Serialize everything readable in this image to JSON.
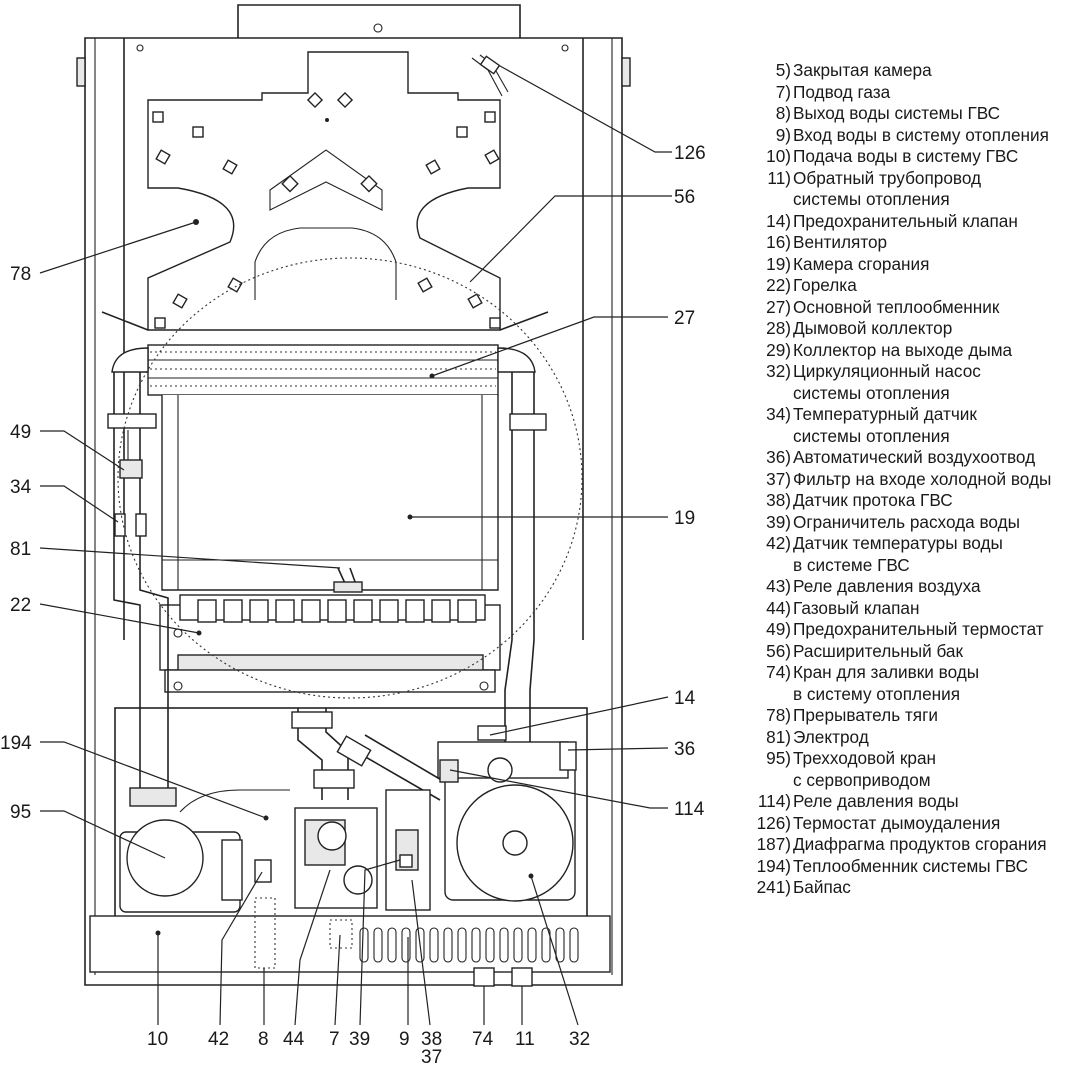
{
  "callouts": [
    {
      "n": "126",
      "label": "126"
    },
    {
      "n": "56",
      "label": "56"
    },
    {
      "n": "27",
      "label": "27"
    },
    {
      "n": "19",
      "label": "19"
    },
    {
      "n": "14",
      "label": "14"
    },
    {
      "n": "36",
      "label": "36"
    },
    {
      "n": "114",
      "label": "114"
    },
    {
      "n": "78",
      "label": "78"
    },
    {
      "n": "49",
      "label": "49"
    },
    {
      "n": "34",
      "label": "34"
    },
    {
      "n": "81",
      "label": "81"
    },
    {
      "n": "22",
      "label": "22"
    },
    {
      "n": "194",
      "label": "194"
    },
    {
      "n": "95",
      "label": "95"
    },
    {
      "n": "10",
      "label": "10"
    },
    {
      "n": "42",
      "label": "42"
    },
    {
      "n": "8",
      "label": "8"
    },
    {
      "n": "44",
      "label": "44"
    },
    {
      "n": "7",
      "label": "7"
    },
    {
      "n": "39",
      "label": "39"
    },
    {
      "n": "9",
      "label": "9"
    },
    {
      "n": "38",
      "label": "38"
    },
    {
      "n": "37",
      "label": "37"
    },
    {
      "n": "74",
      "label": "74"
    },
    {
      "n": "11",
      "label": "11"
    },
    {
      "n": "32",
      "label": "32"
    }
  ],
  "legend": [
    {
      "num": "5)",
      "text": "Закрытая камера"
    },
    {
      "num": "7)",
      "text": "Подвод газа"
    },
    {
      "num": "8)",
      "text": "Выход воды системы ГВС"
    },
    {
      "num": "9)",
      "text": "Вход воды в систему отопления"
    },
    {
      "num": "10)",
      "text": "Подача воды в систему ГВС"
    },
    {
      "num": "11)",
      "text": "Обратный трубопровод\nсистемы отопления"
    },
    {
      "num": "14)",
      "text": "Предохранительный клапан"
    },
    {
      "num": "16)",
      "text": "Вентилятор"
    },
    {
      "num": "19)",
      "text": "Камера сгорания"
    },
    {
      "num": "22)",
      "text": "Горелка"
    },
    {
      "num": "27)",
      "text": "Основной теплообменник"
    },
    {
      "num": "28)",
      "text": "Дымовой коллектор"
    },
    {
      "num": "29)",
      "text": "Коллектор на выходе дыма"
    },
    {
      "num": "32)",
      "text": "Циркуляционный насос\nсистемы отопления"
    },
    {
      "num": "34)",
      "text": "Температурный датчик\nсистемы отопления"
    },
    {
      "num": "36)",
      "text": "Автоматический воздухоотвод"
    },
    {
      "num": "37)",
      "text": "Фильтр на входе холодной воды"
    },
    {
      "num": "38)",
      "text": "Датчик протока ГВС"
    },
    {
      "num": "39)",
      "text": "Ограничитель расхода воды"
    },
    {
      "num": "42)",
      "text": "Датчик температуры воды\nв системе ГВС"
    },
    {
      "num": "43)",
      "text": "Реле давления воздуха"
    },
    {
      "num": "44)",
      "text": "Газовый клапан"
    },
    {
      "num": "49)",
      "text": "Предохранительный термостат"
    },
    {
      "num": "56)",
      "text": "Расширительный бак"
    },
    {
      "num": "74)",
      "text": "Кран для заливки воды\nв систему отопления"
    },
    {
      "num": "78)",
      "text": "Прерыватель тяги"
    },
    {
      "num": "81)",
      "text": "Электрод"
    },
    {
      "num": "95)",
      "text": "Трехходовой кран\nс сервоприводом"
    },
    {
      "num": "114)",
      "text": "Реле давления воды"
    },
    {
      "num": "126)",
      "text": "Термостат дымоудаления"
    },
    {
      "num": "187)",
      "text": "Диафрагма продуктов сгорания"
    },
    {
      "num": "194)",
      "text": "Теплообменник системы ГВС"
    },
    {
      "num": "241)",
      "text": "Байпас"
    }
  ]
}
